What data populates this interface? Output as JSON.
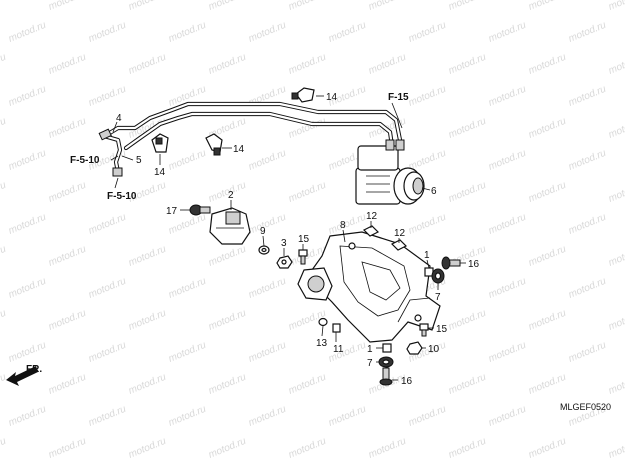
{
  "watermark": {
    "text": "motod.ru"
  },
  "callouts": [
    {
      "id": "c-f15",
      "text": "F-15",
      "kind": "ref"
    },
    {
      "id": "c-4",
      "text": "4",
      "kind": "num"
    },
    {
      "id": "c-f510-top",
      "text": "F-5-10",
      "kind": "ref"
    },
    {
      "id": "c-5",
      "text": "5",
      "kind": "num"
    },
    {
      "id": "c-f510-bottom",
      "text": "F-5-10",
      "kind": "ref"
    },
    {
      "id": "c-14-top",
      "text": "14",
      "kind": "num"
    },
    {
      "id": "c-14-mid",
      "text": "14",
      "kind": "num"
    },
    {
      "id": "c-14-left",
      "text": "14",
      "kind": "num"
    },
    {
      "id": "c-6",
      "text": "6",
      "kind": "num"
    },
    {
      "id": "c-2",
      "text": "2",
      "kind": "num"
    },
    {
      "id": "c-17",
      "text": "17",
      "kind": "num"
    },
    {
      "id": "c-8",
      "text": "8",
      "kind": "num"
    },
    {
      "id": "c-12-top",
      "text": "12",
      "kind": "num"
    },
    {
      "id": "c-12-bottom",
      "text": "12",
      "kind": "num"
    },
    {
      "id": "c-9",
      "text": "9",
      "kind": "num"
    },
    {
      "id": "c-15-top",
      "text": "15",
      "kind": "num"
    },
    {
      "id": "c-3",
      "text": "3",
      "kind": "num"
    },
    {
      "id": "c-1-top",
      "text": "1",
      "kind": "num"
    },
    {
      "id": "c-16-top",
      "text": "16",
      "kind": "num"
    },
    {
      "id": "c-7-top",
      "text": "7",
      "kind": "num"
    },
    {
      "id": "c-15-bottom",
      "text": "15",
      "kind": "num"
    },
    {
      "id": "c-13",
      "text": "13",
      "kind": "num"
    },
    {
      "id": "c-11",
      "text": "11",
      "kind": "num"
    },
    {
      "id": "c-10",
      "text": "10",
      "kind": "num"
    },
    {
      "id": "c-1-bottom",
      "text": "1",
      "kind": "num"
    },
    {
      "id": "c-7-bottom",
      "text": "7",
      "kind": "num"
    },
    {
      "id": "c-16-bottom",
      "text": "16",
      "kind": "num"
    }
  ],
  "direction_label": "FR.",
  "diagram_code": "MLGEF0520"
}
